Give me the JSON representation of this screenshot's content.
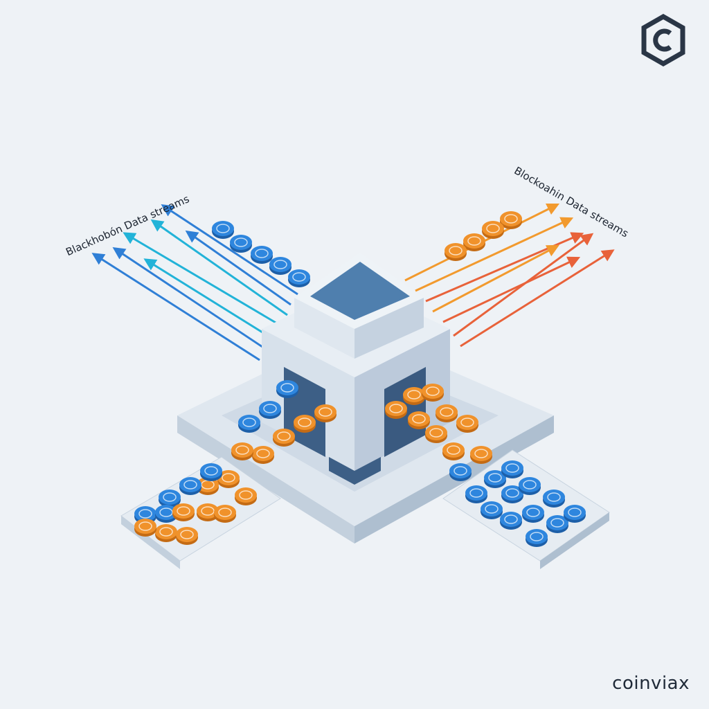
{
  "labels": {
    "left_stream": "Blackhobón Data streams",
    "right_stream": "Blockoahin Data streams"
  },
  "brand": {
    "name": "coinviax",
    "logo_icon": "hexagon-c-logo"
  },
  "colors": {
    "background": "#eef2f6",
    "blue_stream": "#2f7fd6",
    "cyan_stream": "#22b3d8",
    "orange_stream": "#f29a2e",
    "red_stream": "#e8623a",
    "coin_blue": "#2e86de",
    "coin_orange": "#f0922b",
    "block_top": "#4f7fae",
    "block_body": "#d8e2ec"
  }
}
